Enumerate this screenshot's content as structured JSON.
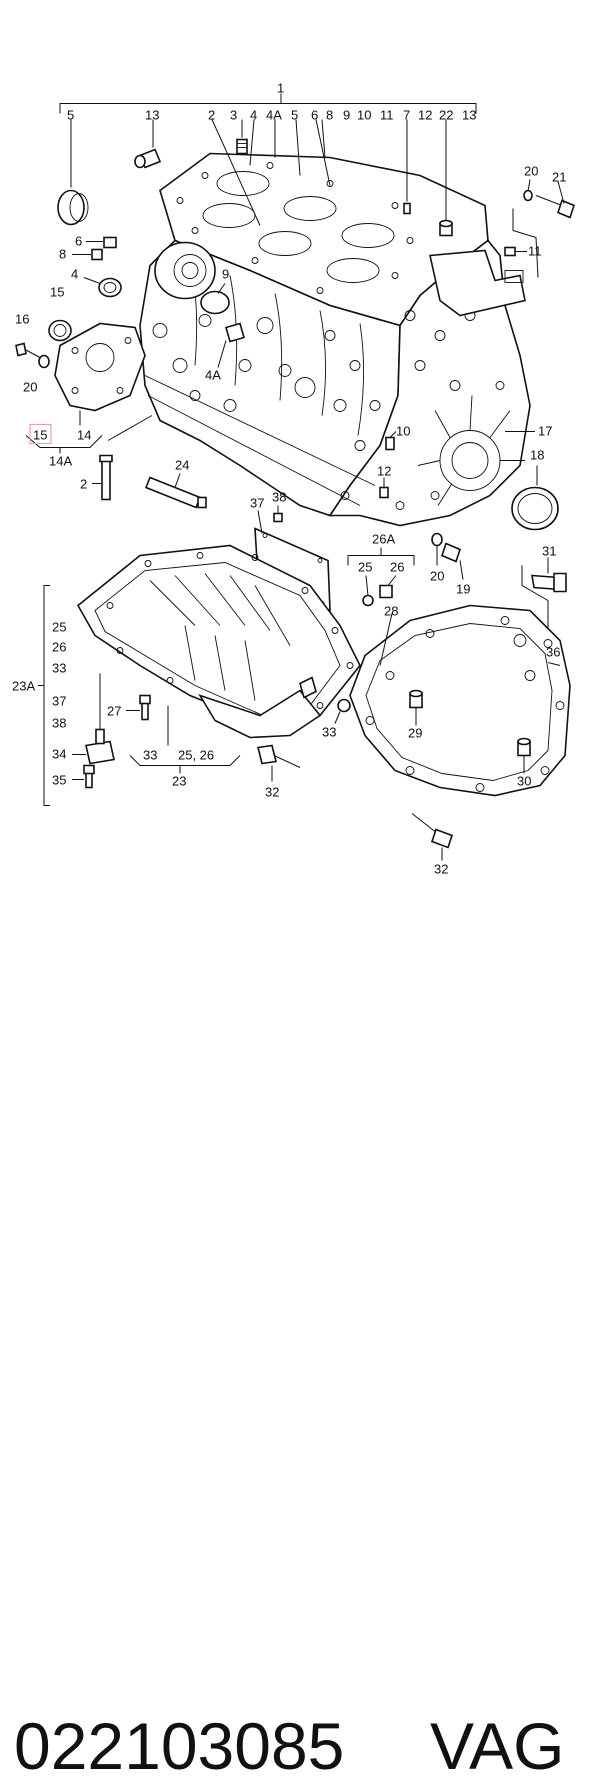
{
  "diagram": {
    "callouts": {
      "c1": "1",
      "c5": "5",
      "c13a": "13",
      "c2a": "2",
      "c3a": "3",
      "c4a": "4",
      "c4A_top": "4A",
      "c5b": "5",
      "c6a": "6",
      "c8a": "8",
      "c9": "9",
      "c10a": "10",
      "c11a": "11",
      "c7a": "7",
      "c12a": "12",
      "c22": "22",
      "c13b": "13",
      "c20a": "20",
      "c21": "21",
      "c6b": "6",
      "c8b": "8",
      "c4b": "4",
      "c9b": "9",
      "c11b": "11",
      "c15a": "15",
      "c16": "16",
      "c20b": "20",
      "c14": "14",
      "c4A_mid": "4A",
      "c15b": "15",
      "c14A": "14A",
      "c2b": "2",
      "c24": "24",
      "c10b": "10",
      "c12b": "12",
      "c17": "17",
      "c18": "18",
      "c37a": "37",
      "c38a": "38",
      "c26A": "26A",
      "c25a": "25",
      "c26a": "26",
      "c20c": "20",
      "c19": "19",
      "c31": "31",
      "c28": "28",
      "c25b": "25",
      "c26b": "26",
      "c33a": "33",
      "c23A": "23A",
      "c37b": "37",
      "c38b": "38",
      "c27": "27",
      "c34": "34",
      "c35": "35",
      "c33b": "33",
      "c2526": "25, 26",
      "c23": "23",
      "c32a": "32",
      "c33c": "33",
      "c29": "29",
      "c36": "36",
      "c30": "30",
      "c32b": "32"
    },
    "highlight_color": "#e8a0a8"
  },
  "caption": {
    "part_number": "022103085",
    "brand": "VAG"
  }
}
